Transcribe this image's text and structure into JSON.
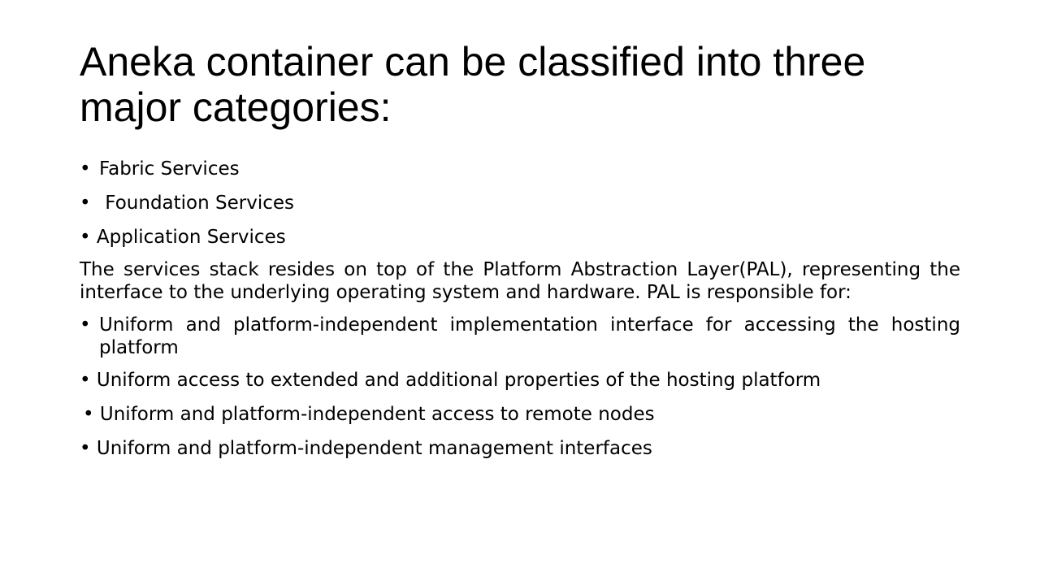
{
  "slide": {
    "title": "Aneka container can be classified into three major categories:",
    "bullet_glyph": "•",
    "categories": [
      {
        "label": "Fabric Services"
      },
      {
        "label": " Foundation Services"
      },
      {
        "label": "Application Services"
      }
    ],
    "paragraph": "The services stack resides on top of the Platform Abstraction Layer(PAL), representing the interface  to the underlying operating system and hardware. PAL is responsible for:",
    "responsibilities": [
      {
        "label": "Uniform and platform-independent implementation interface for accessing the hosting platform"
      },
      {
        "label": " Uniform access to extended and additional properties of the hosting platform"
      },
      {
        "label": "Uniform and platform-independent access to remote nodes"
      },
      {
        "label": "Uniform and platform-independent management interfaces"
      }
    ]
  }
}
